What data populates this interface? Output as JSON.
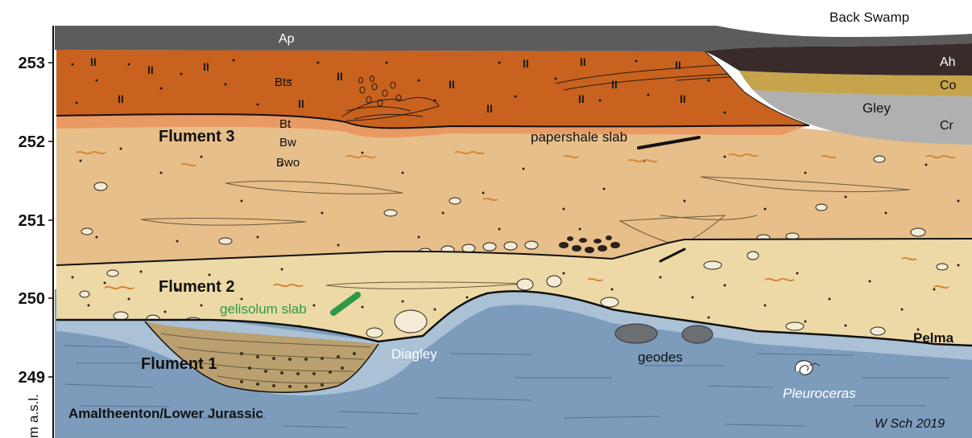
{
  "axis": {
    "label": "m a.s.l.",
    "ticks": [
      "253",
      "252",
      "251",
      "250",
      "249"
    ]
  },
  "labels": {
    "back_swamp": "Back Swamp",
    "ap": "Ap",
    "ah": "Ah",
    "co": "Co",
    "gley": "Gley",
    "cr": "Cr",
    "bts": "Bts",
    "bt": "Bt",
    "bw": "Bw",
    "bwo": "Bwo",
    "flument3": "Flument 3",
    "flument2": "Flument 2",
    "flument1": "Flument 1",
    "papershale_slab": "papershale slab",
    "gelisolum_slab": "gelisolum slab",
    "diagley": "Diagley",
    "geodes": "geodes",
    "pelma": "Pelma",
    "pleuroceras": "Pleuroceras",
    "amaltheenton": "Amaltheenton/Lower Jurassic",
    "credit": "W Sch 2019"
  },
  "colors": {
    "ap_topsoil": "#5c5c5c",
    "bts_horizon": "#c8621e",
    "bt_horizon": "#e99a62",
    "flument3": "#e7bf8a",
    "flument2": "#ecd9a6",
    "flument1": "#b9a06e",
    "diagley": "#aac1d6",
    "amaltheenton": "#7d9cbc",
    "ah_horizon": "#3a2b2b",
    "co_horizon": "#c6a44c",
    "gley_cr": "#b0b0b0",
    "gelisolum_slab": "#2e9a48",
    "wavy_marks": "#d7873a"
  }
}
